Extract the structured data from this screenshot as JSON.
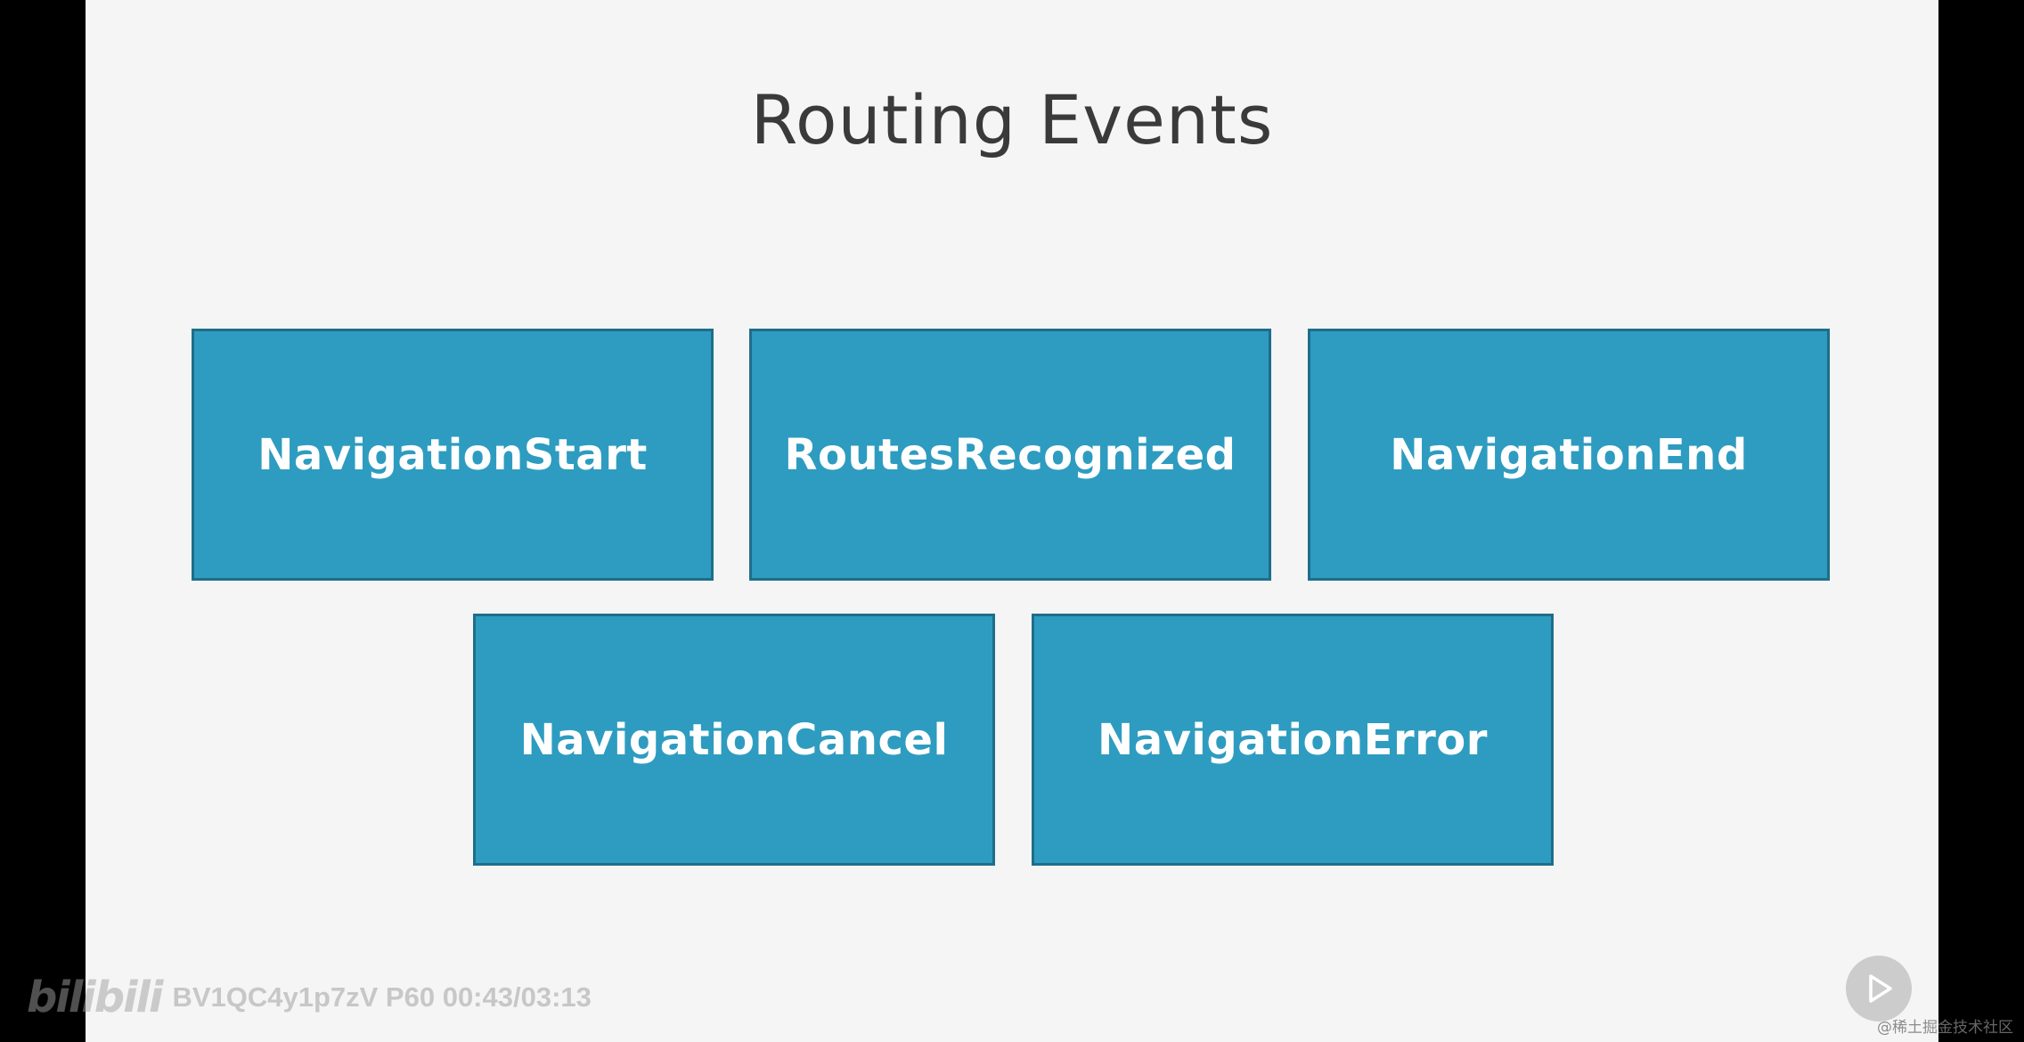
{
  "slide": {
    "title": "Routing Events",
    "events": [
      "NavigationStart",
      "RoutesRecognized",
      "NavigationEnd",
      "NavigationCancel",
      "NavigationError"
    ]
  },
  "overlay": {
    "logo_text": "bilibili",
    "video_info": "BV1QC4y1p7zV P60 00:43/03:13",
    "play_icon": "play-icon",
    "credit": "@稀土掘金技术社区"
  },
  "colors": {
    "box_fill": "#2e9cc0",
    "box_border": "#1e6e8a",
    "slide_bg": "#f5f5f5",
    "title_text": "#3a3a3a"
  }
}
